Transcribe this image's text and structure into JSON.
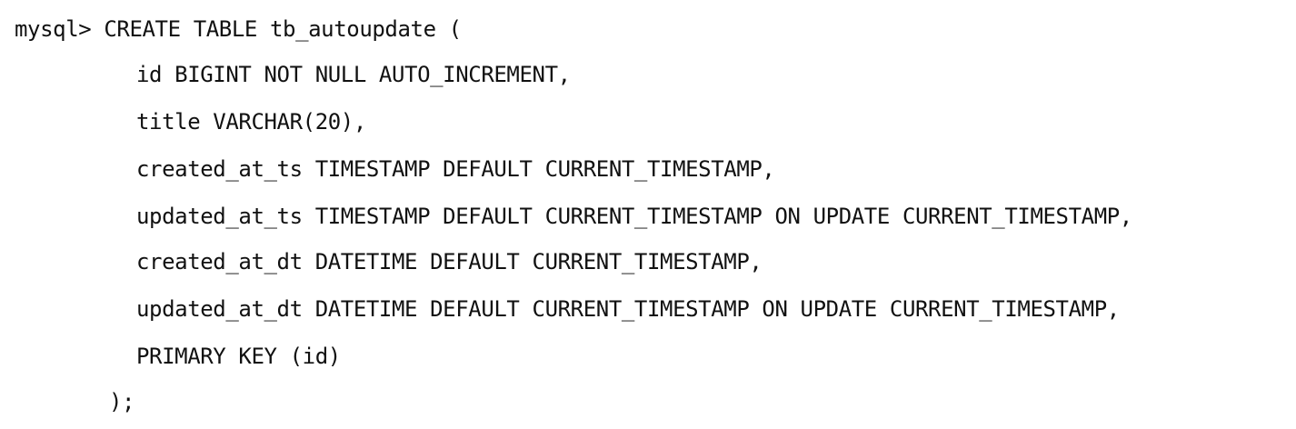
{
  "terminal": {
    "prompt": "mysql>",
    "command_head": " CREATE TABLE tb_autoupdate (",
    "lines": [
      "id BIGINT NOT NULL AUTO_INCREMENT,",
      "title VARCHAR(20),",
      "created_at_ts TIMESTAMP DEFAULT CURRENT_TIMESTAMP,",
      "updated_at_ts TIMESTAMP DEFAULT CURRENT_TIMESTAMP ON UPDATE CURRENT_TIMESTAMP,",
      "created_at_dt DATETIME DEFAULT CURRENT_TIMESTAMP,",
      "updated_at_dt DATETIME DEFAULT CURRENT_TIMESTAMP ON UPDATE CURRENT_TIMESTAMP,",
      "PRIMARY KEY (id)"
    ],
    "closing": ");"
  }
}
